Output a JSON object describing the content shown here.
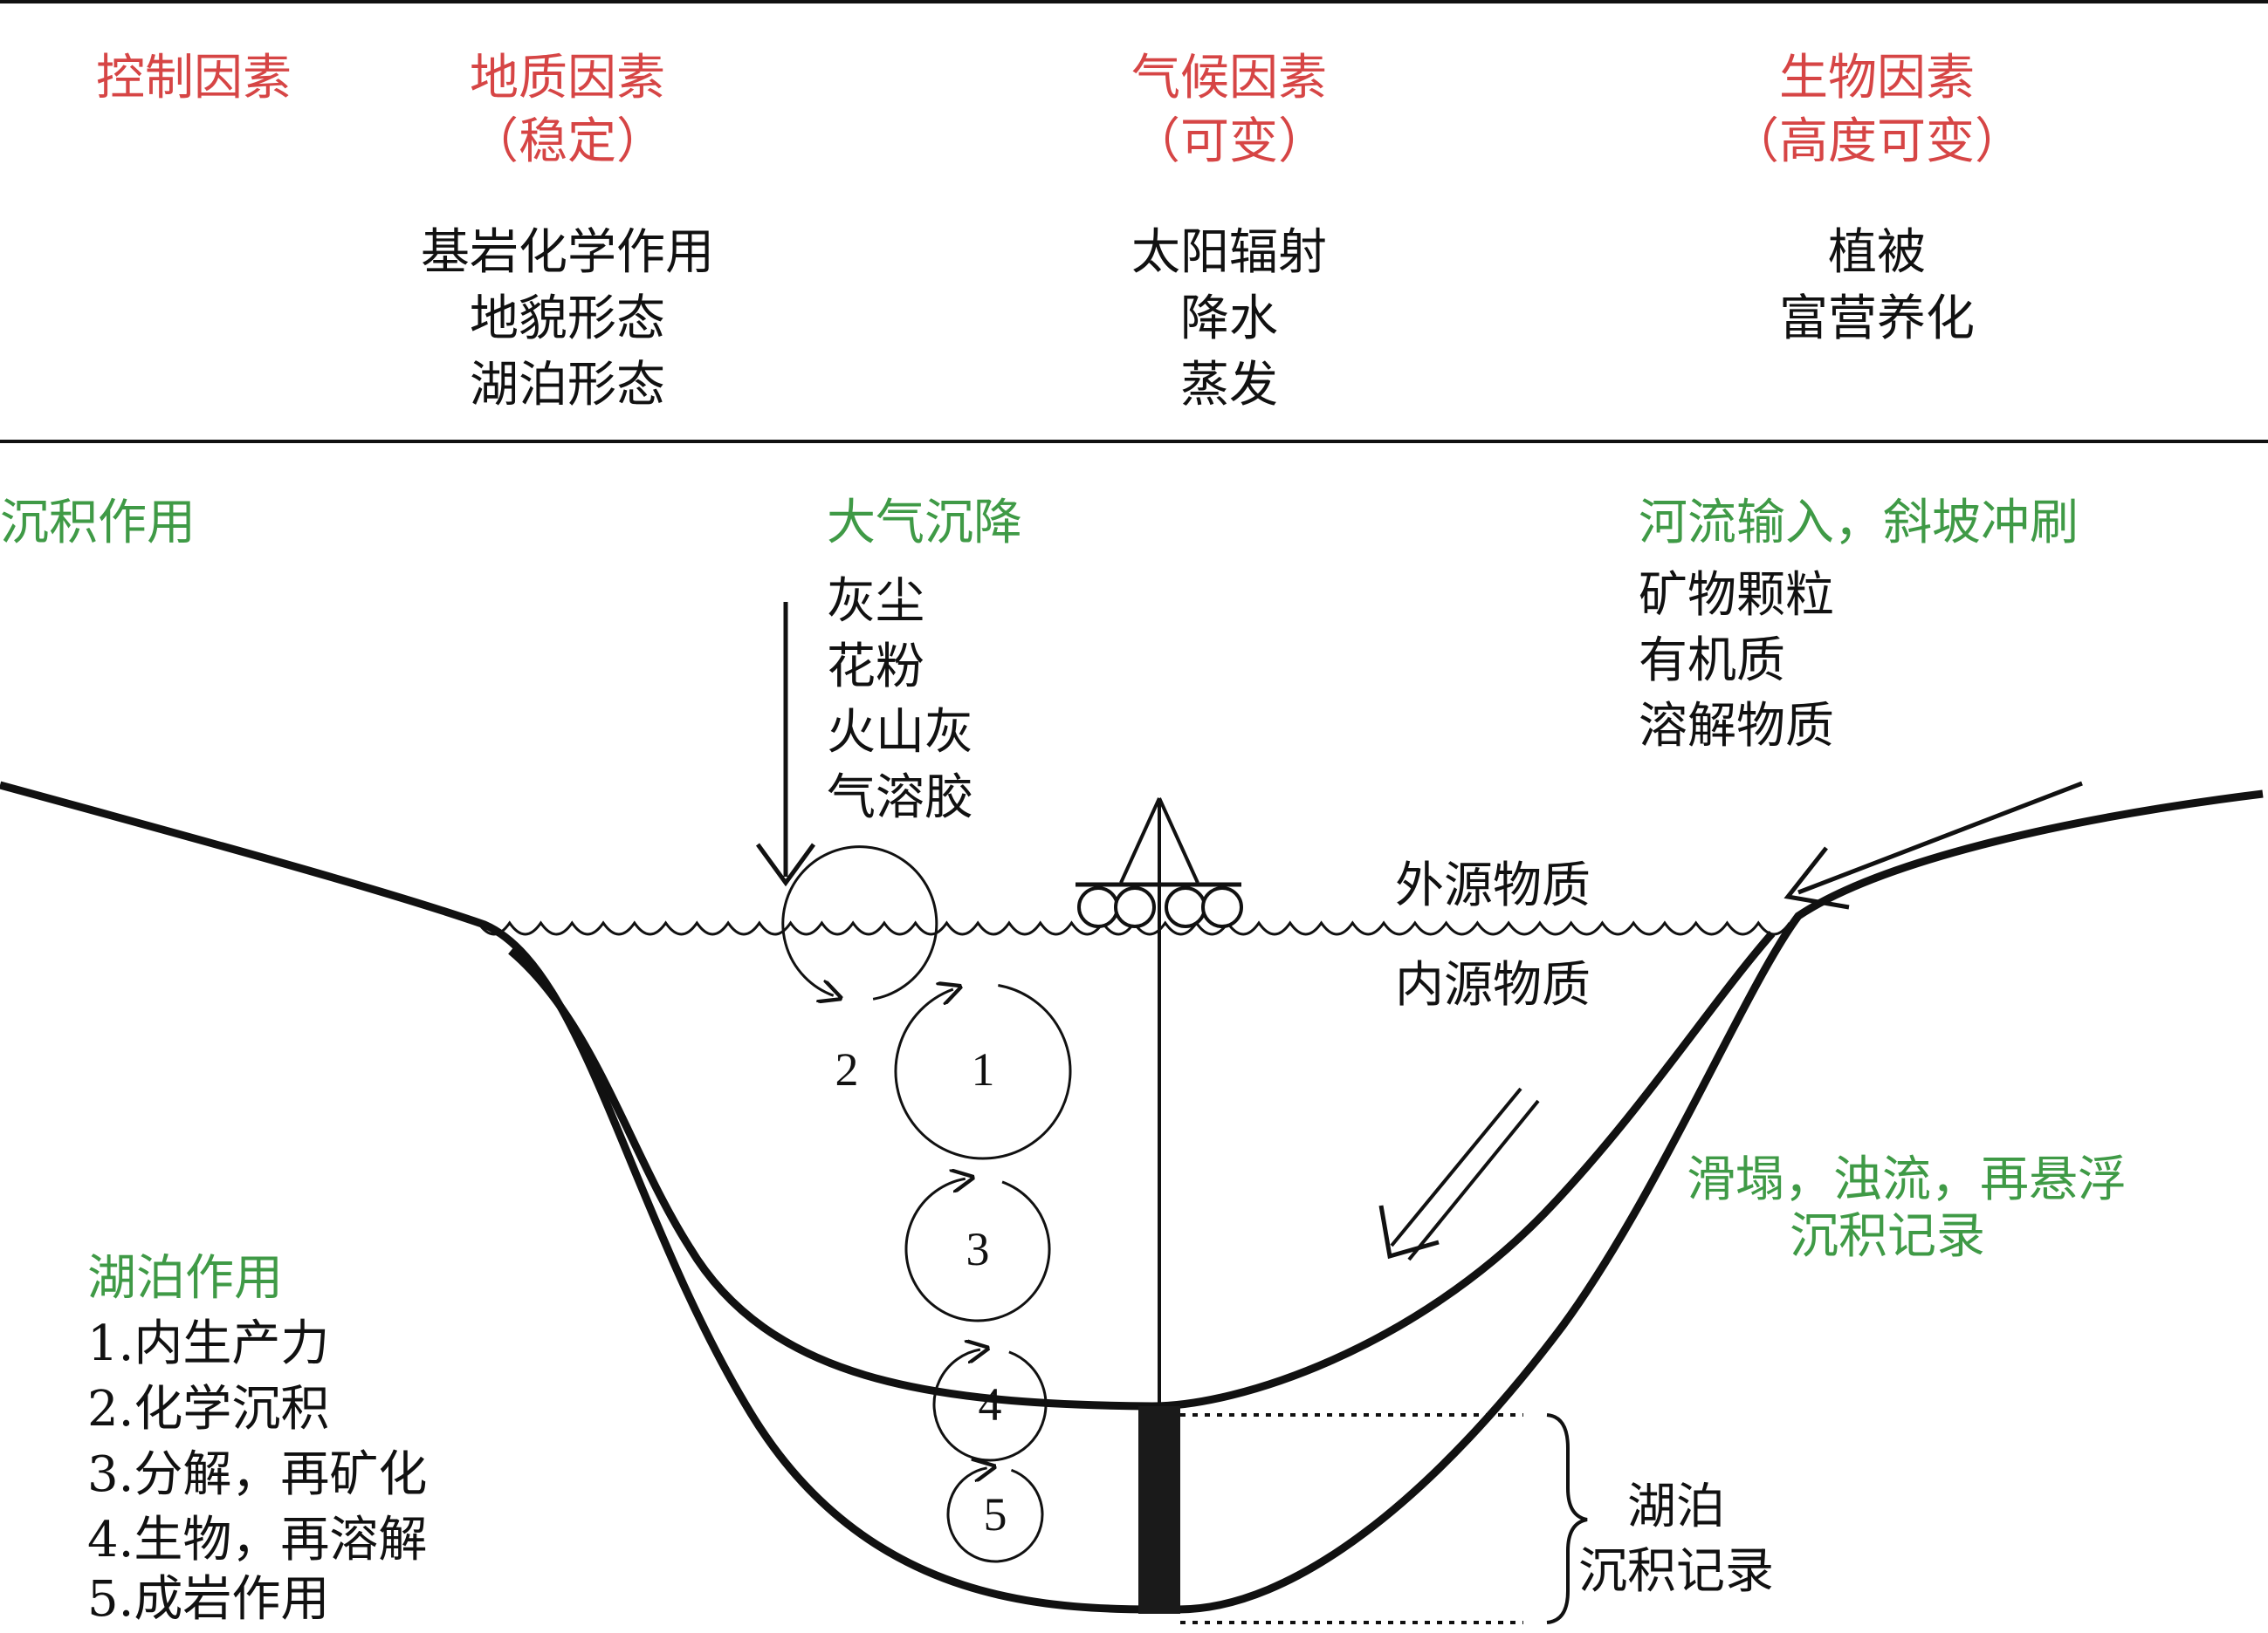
{
  "header": {
    "control_factors": "控制因素",
    "geology": {
      "title": "地质因素",
      "note": "（稳定）",
      "items": [
        "基岩化学作用",
        "地貌形态",
        "湖泊形态"
      ]
    },
    "climate": {
      "title": "气候因素",
      "note": "（可变）",
      "items": [
        "太阳辐射",
        "降水",
        "蒸发"
      ]
    },
    "biology": {
      "title": "生物因素",
      "note": "（高度可变）",
      "items": [
        "植被",
        "富营养化"
      ]
    }
  },
  "sedimentation": {
    "label": "沉积作用",
    "atmospheric": {
      "title": "大气沉降",
      "items": [
        "灰尘",
        "花粉",
        "火山灰",
        "气溶胶"
      ]
    },
    "river": {
      "title": "河流输入，斜坡冲刷",
      "items": [
        "矿物颗粒",
        "有机质",
        "溶解物质"
      ]
    }
  },
  "lake": {
    "allochthonous": "外源物质",
    "autochthonous": "内源物质",
    "slump": {
      "line1": "滑塌，浊流，再悬浮",
      "line2": "沉积记录"
    },
    "record": {
      "line1": "湖泊",
      "line2": "沉积记录"
    },
    "processes": {
      "title": "湖泊作用",
      "items": [
        "1.内生产力",
        "2.化学沉积",
        "3.分解，再矿化",
        "4.生物，再溶解",
        "5.成岩作用"
      ]
    },
    "cycle_numbers": [
      "1",
      "2",
      "3",
      "4",
      "5"
    ]
  },
  "colors": {
    "heading_red": "#d64545",
    "heading_green": "#3f9a46",
    "line": "#111111"
  }
}
